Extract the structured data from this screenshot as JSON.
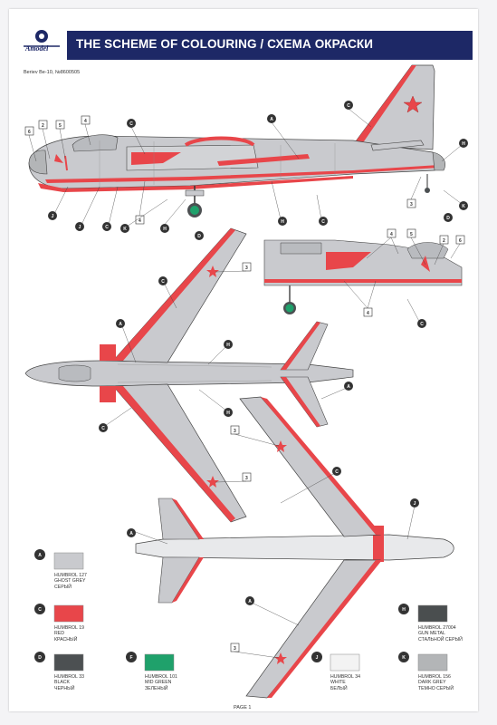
{
  "header": {
    "logo_text": "Amodel",
    "title": "THE SCHEME OF COLOURING / СХЕМА ОКРАСКИ"
  },
  "subtitle": "Beriev Be-10, №8600505",
  "callout_numbers": [
    "2",
    "3",
    "4",
    "5",
    "6"
  ],
  "callout_letters": [
    "A",
    "C",
    "D",
    "F",
    "H",
    "J",
    "K"
  ],
  "colors_map": {
    "A": "#c9cace",
    "C": "#e8464a",
    "D": "#4c5052",
    "F": "#1fa16b",
    "H": "#4a4e4f",
    "J": "#f3f3f3",
    "K": "#b3b5b7"
  },
  "palette": [
    {
      "code": "A",
      "name": "HUMBROL 127",
      "en": "GHOST GREY",
      "ru": "СЕРЫЙ",
      "color": "#c9cace"
    },
    {
      "code": "C",
      "name": "HUMBROL 19",
      "en": "RED",
      "ru": "КРАСНЫЙ",
      "color": "#e8464a"
    },
    {
      "code": "D",
      "name": "HUMBROL 33",
      "en": "BLACK",
      "ru": "ЧЕРНЫЙ",
      "color": "#4c5052"
    },
    {
      "code": "F",
      "name": "HUMBROL 101",
      "en": "MID GREEN",
      "ru": "ЗЕЛЕНЫЙ",
      "color": "#1fa16b"
    },
    {
      "code": "J",
      "name": "HUMBROL 34",
      "en": "WHITE",
      "ru": "БЕЛЫЙ",
      "color": "#f3f3f3"
    },
    {
      "code": "H",
      "name": "HUMBROL 27004",
      "en": "GUN METAL",
      "ru": "СТАЛЬНОЙ СЕРЫЙ",
      "color": "#4a4e4f"
    },
    {
      "code": "K",
      "name": "HUMBROL 156",
      "en": "DARK GREY",
      "ru": "ТЕМНО СЕРЫЙ",
      "color": "#b3b5b7"
    }
  ],
  "footer": {
    "page": "PAGE 1"
  }
}
